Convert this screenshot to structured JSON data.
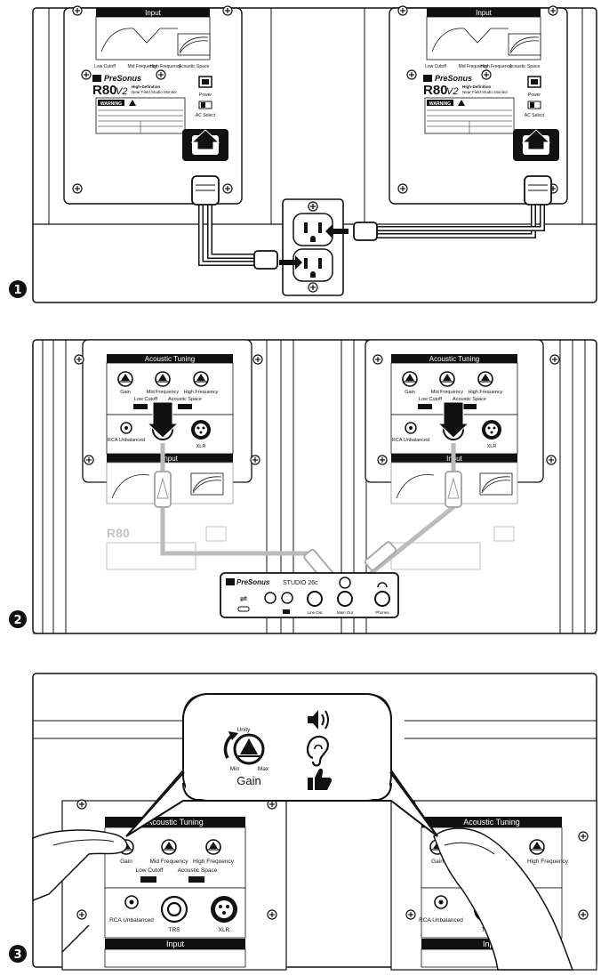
{
  "brand": "PreSonus",
  "model_main": "R80",
  "model_suffix": "V2",
  "model_desc_line1": "High-Definition",
  "model_desc_line2": "Near Field Studio Monitor",
  "steps": [
    "1",
    "2",
    "3"
  ],
  "panel1": {
    "input_title": "Input",
    "filter_labels": [
      "Low Cutoff",
      "Mid Frequency",
      "High Frequency",
      "Acoustic Space"
    ],
    "power_label": "Power",
    "ac_select_label": "AC Select",
    "warning_label": "WARNING"
  },
  "panel2": {
    "acoustic_tuning_title": "Acoustic Tuning",
    "knob_labels": [
      "Gain",
      "Mid Frequency",
      "High Frequency"
    ],
    "low_cutoff_label": "Low Cutoff",
    "acoustic_space_label": "Acoustic Space",
    "rca_label": "RCA Unbalanced",
    "xlr_label": "XLR",
    "input_title": "Input",
    "interface": {
      "brand": "PreSonus",
      "model": "STUDIO 26c",
      "port_labels": [
        "Line Out",
        "Main Out",
        "Phones"
      ]
    }
  },
  "panel3": {
    "callout_unity": "Unity",
    "callout_min": "Min",
    "callout_max": "Max",
    "callout_gain": "Gain",
    "acoustic_tuning_title": "Acoustic Tuning",
    "knob_labels": [
      "Gain",
      "Mid Frequency",
      "High Frequency"
    ],
    "low_cutoff_label": "Low Cutoff",
    "acoustic_space_label": "Acoustic Space",
    "rca_label": "RCA Unbalanced",
    "trs_label": "TRS",
    "xlr_label": "XLR",
    "input_title": "Input"
  },
  "icons": [
    "speaker-volume-icon",
    "ear-icon",
    "thumbs-up-icon",
    "plus-screw-icon",
    "power-plug-icon",
    "usb-icon",
    "headphones-icon"
  ]
}
